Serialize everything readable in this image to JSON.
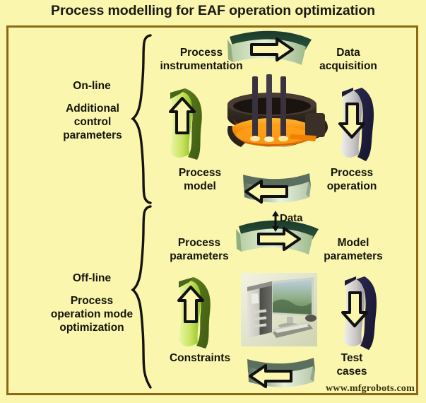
{
  "title": "Process modelling for EAF operation optimization",
  "colors": {
    "background": "#FAF6AE",
    "border": "#8a6a14",
    "text": "#141409",
    "green_ribbon_dark": "#4a6b1e",
    "green_ribbon_light": "#d4e87a",
    "band_dark_green": "#1d3a2a",
    "band_light_green": "#cfe0c0",
    "dark_ribbon": "#23223f",
    "dark_ribbon_light": "#e8e6e0",
    "furnace_shell": "#2b2218",
    "furnace_melt": "#f08000"
  },
  "sections": [
    {
      "id": "online",
      "side_label_1": "On-line",
      "side_label_2": "Additional\ncontrol\nparameters",
      "nodes": {
        "top_left": "Process\ninstrumentation",
        "top_right": "Data\nacquisition",
        "bottom_left": "Process\nmodel",
        "bottom_right": "Process\noperation"
      },
      "center_image": "eaf-furnace",
      "arrows": [
        {
          "name": "top-arrow",
          "direction": "right",
          "style": "dark-green-band"
        },
        {
          "name": "right-arrow",
          "direction": "down",
          "style": "dark-navy-ribbon"
        },
        {
          "name": "bottom-arrow",
          "direction": "left",
          "style": "light-green-band"
        },
        {
          "name": "left-arrow",
          "direction": "up",
          "style": "green-ribbon"
        }
      ]
    },
    {
      "id": "offline",
      "side_label_1": "Off-line",
      "side_label_2": "Process\noperation mode\noptimization",
      "nodes": {
        "top_left": "Process\nparameters",
        "top_right": "Model\nparameters",
        "bottom_left": "Constraints",
        "bottom_right": "Test\ncases"
      },
      "center_image": "desktop-computer",
      "top_arrow_tag": {
        "glyph": "↕",
        "label": "Data"
      },
      "arrows": [
        {
          "name": "top-arrow",
          "direction": "right",
          "style": "dark-green-band"
        },
        {
          "name": "right-arrow",
          "direction": "down",
          "style": "dark-navy-ribbon"
        },
        {
          "name": "bottom-arrow",
          "direction": "left",
          "style": "light-green-band"
        },
        {
          "name": "left-arrow",
          "direction": "up",
          "style": "green-ribbon"
        }
      ]
    }
  ],
  "watermark": "www.mfgrobots.com"
}
